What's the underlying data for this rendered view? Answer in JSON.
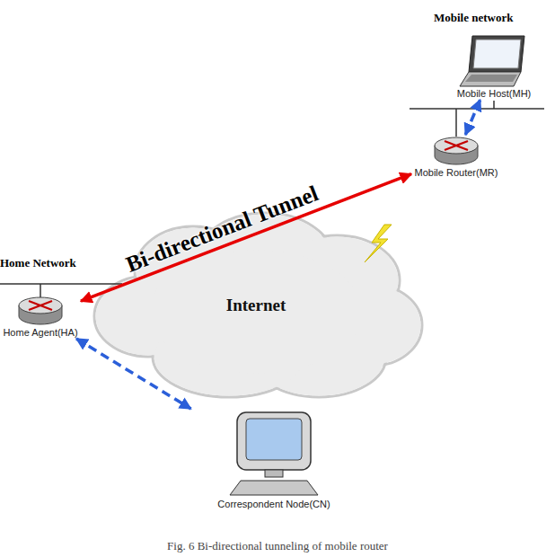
{
  "diagram": {
    "caption": "Fig. 6 Bi-directional tunneling of mobile router",
    "nodes": [
      {
        "text": [
          "Mobile Host(MH)"
        ]
      },
      {
        "text": [
          "Mobile Router(MR)"
        ]
      },
      {
        "text": [
          "Home Agent(HA)"
        ]
      },
      {
        "text": [
          "Internet"
        ]
      },
      {
        "text": [
          "Correspondent Node(CN)"
        ]
      }
    ],
    "edges": [
      {
        "from": 1,
        "to": 0,
        "arrow": "both"
      },
      {
        "from": 2,
        "to": 4,
        "arrow": "both"
      },
      {
        "from": 2,
        "to": 1,
        "label": "Bi-directional Tunnel",
        "arrow": "both"
      }
    ],
    "labels": [
      "Mobile network",
      "Home Network"
    ]
  }
}
